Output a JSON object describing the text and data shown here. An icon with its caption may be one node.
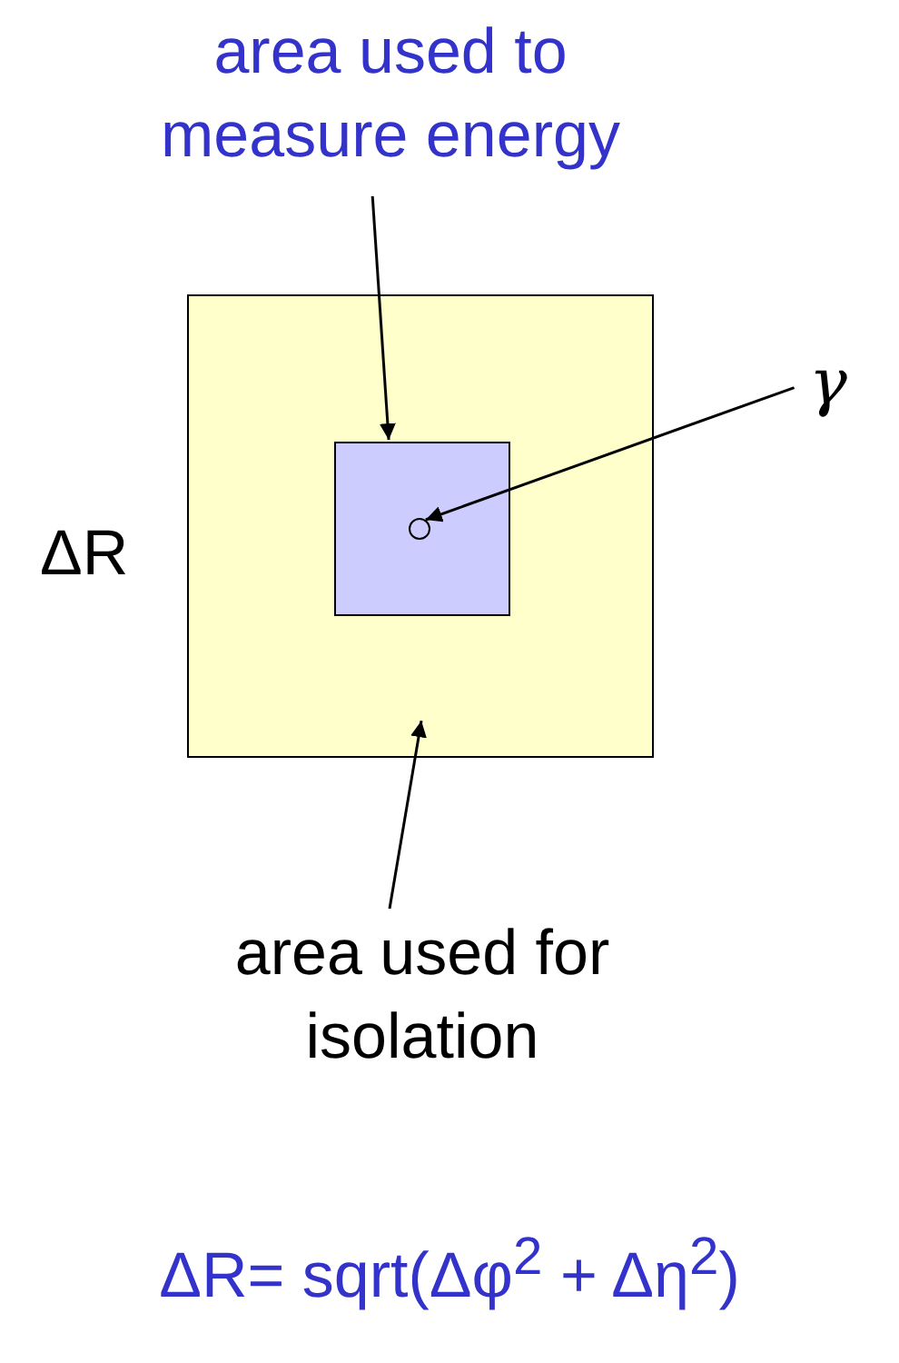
{
  "diagram": {
    "caption": "ΔR= sqrt(Δφ$^{2}$ + Δη$^{2}$)",
    "nodes": [
      {
        "text": [
          "area used to measure energy"
        ]
      },
      {
        "text": [],
        "shape": "box",
        "beside": [
          "ΔR"
        ]
      },
      {
        "text": [],
        "shape": "box",
        "in": 1
      },
      {
        "text": [],
        "shape": "circle",
        "in": 2
      },
      {
        "text": [
          "γ"
        ]
      },
      {
        "text": [
          "area used for isolation"
        ]
      }
    ],
    "edges": [
      {
        "from": 0,
        "to": 2,
        "arrow": "to"
      },
      {
        "from": 4,
        "to": 3,
        "arrow": "to"
      },
      {
        "from": 5,
        "to": 1,
        "arrow": "to"
      }
    ]
  }
}
